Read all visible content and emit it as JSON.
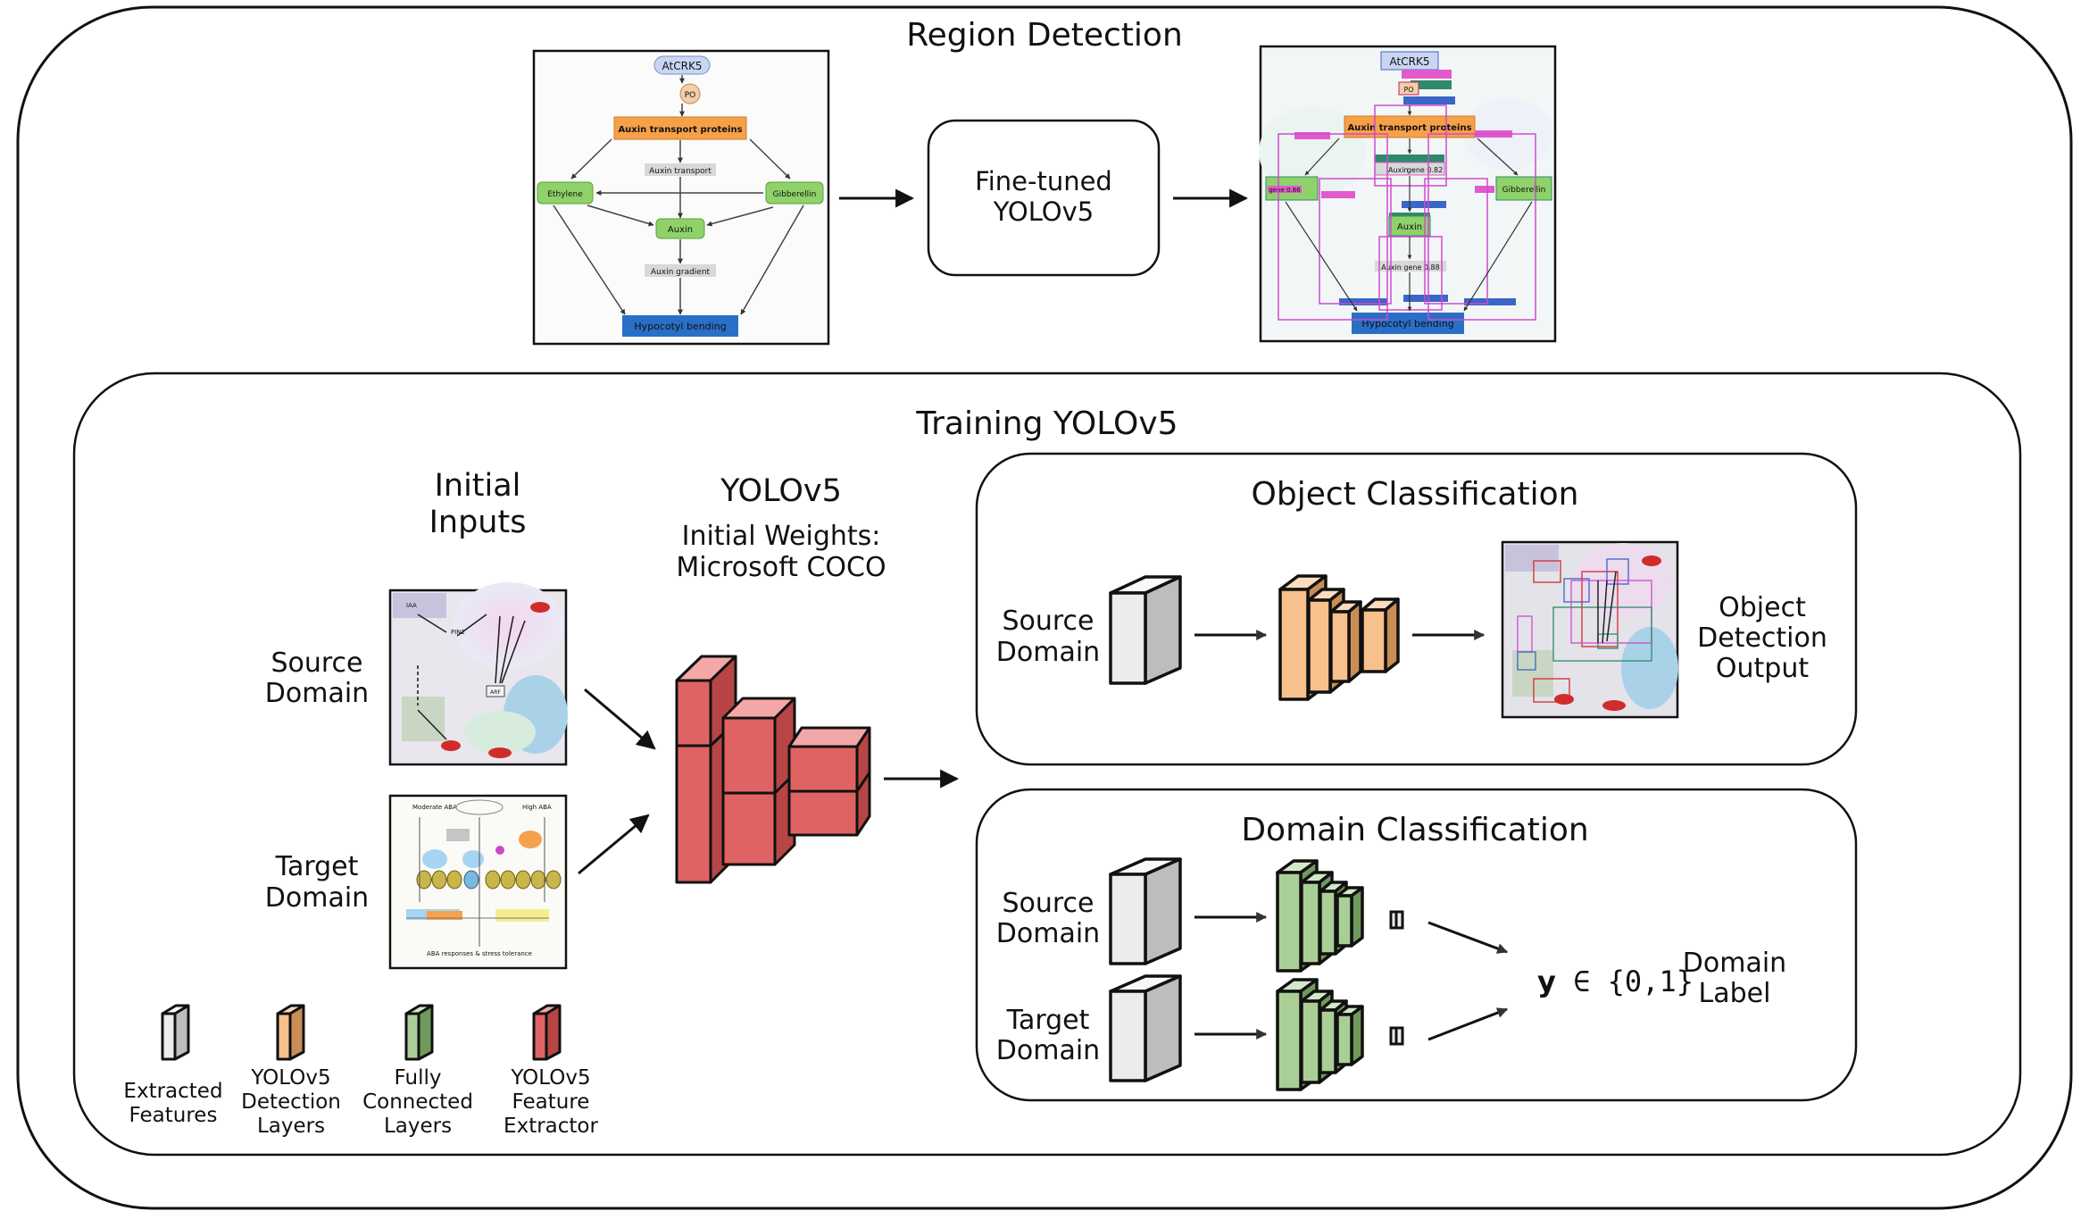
{
  "region_detection": {
    "title": "Region Detection",
    "model_box": [
      "Fine-tuned",
      "YOLOv5"
    ],
    "input_figure": {
      "top_node": "AtCRK5",
      "po_node": "PO",
      "auxin_transport_proteins": "Auxin transport proteins",
      "auxin_transport": "Auxin transport",
      "ethylene": "Ethylene",
      "gibberellin": "Gibberellin",
      "auxin": "Auxin",
      "auxin_gradient": "Auxin gradient",
      "hypocotyl_bending": "Hypocotyl bending"
    },
    "output_figure": {
      "top_node": "AtCRK5",
      "po_node": "PO",
      "auxin_transport_proteins": "Auxin transport proteins",
      "auxin_label": "Auxin",
      "auxin_box_text": "gene 0.82",
      "ethylene_box": "gene 0.86",
      "gibberellin": "Gibberellin",
      "auxin": "Auxin",
      "auxin_gradient_box": "Auxin gene 0.88",
      "hypocotyl_bending": "Hypocotyl bending"
    }
  },
  "training": {
    "title": "Training YOLOv5",
    "initial_inputs": [
      "Initial",
      "Inputs"
    ],
    "source_domain": [
      "Source",
      "Domain"
    ],
    "target_domain": [
      "Target",
      "Domain"
    ],
    "yolo_title": "YOLOv5",
    "yolo_weights": [
      "Initial Weights:",
      "Microsoft COCO"
    ],
    "object_classification": {
      "title": "Object Classification",
      "source_domain": [
        "Source",
        "Domain"
      ],
      "output": [
        "Object",
        "Detection",
        "Output"
      ]
    },
    "domain_classification": {
      "title": "Domain Classification",
      "source_domain": [
        "Source",
        "Domain"
      ],
      "target_domain": [
        "Target",
        "Domain"
      ],
      "label_symbol": "y",
      "label_set": " ∈ {0,1}",
      "domain_label": [
        "Domain",
        "Label"
      ]
    },
    "legend": [
      {
        "label": [
          "Extracted",
          "Features"
        ],
        "color": "#ececec"
      },
      {
        "label": [
          "YOLOv5",
          "Detection",
          "Layers"
        ],
        "color": "#f7c08c"
      },
      {
        "label": [
          "Fully",
          "Connected",
          "Layers"
        ],
        "color": "#a9cf97"
      },
      {
        "label": [
          "YOLOv5",
          "Feature",
          "Extractor"
        ],
        "color": "#e06363"
      }
    ],
    "source_figure": {
      "a": "IAA",
      "b": "PIN2",
      "c": "ARF"
    },
    "target_figure": {
      "a": "Moderate ABA",
      "b": "High ABA",
      "c": "ABA responses & stress tolerance"
    }
  }
}
